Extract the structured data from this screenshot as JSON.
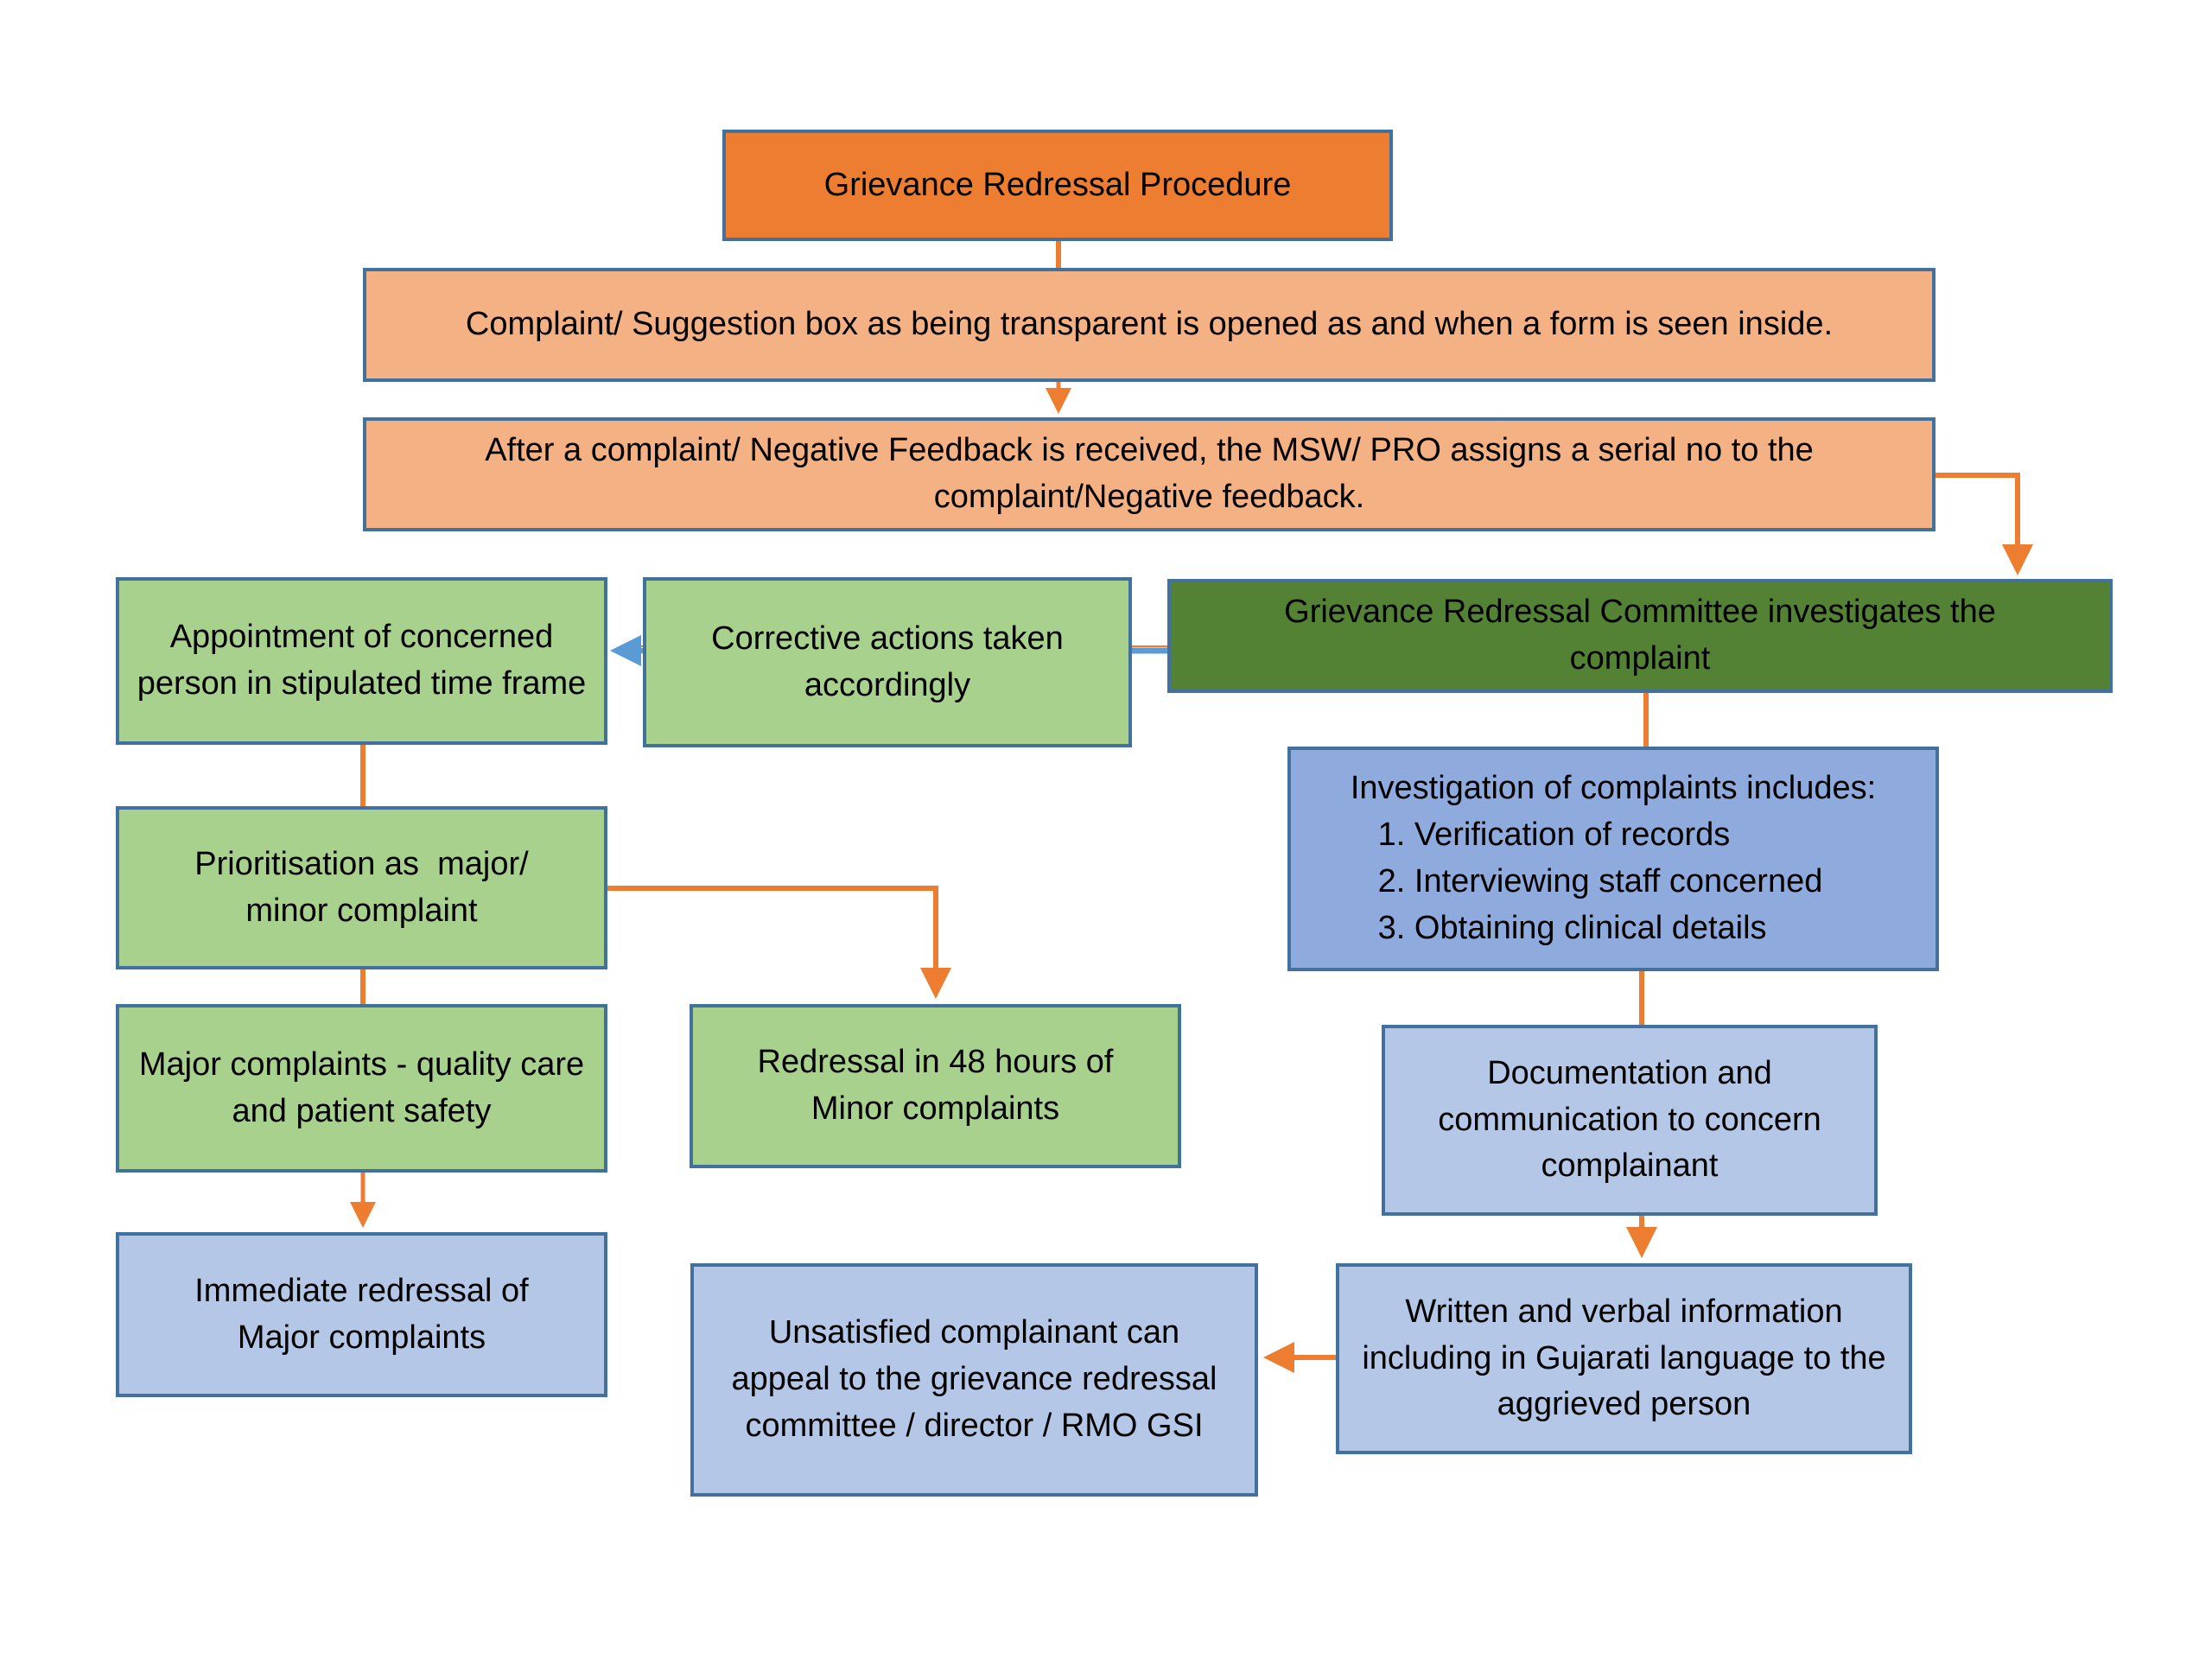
{
  "diagram": {
    "title": "Grievance Redressal Procedure",
    "colors": {
      "title_fill": "#ED7D31",
      "step_fill": "#F4B183",
      "action_fill": "#A9D18E",
      "committee_fill": "#548235",
      "investigation_fill": "#8FAADC",
      "followup_fill": "#B4C7E7",
      "border": "#41719C",
      "connector_orange": "#ED7D31",
      "connector_blue": "#5B9BD5"
    },
    "nodes": {
      "title": "Grievance Redressal Procedure",
      "suggestion_box": "Complaint/ Suggestion box as being transparent is opened as and when a form is seen inside.",
      "serial_no": "After a complaint/ Negative Feedback is received, the MSW/ PRO assigns a serial no to the complaint/Negative feedback.",
      "appointment": "Appointment of concerned person in stipulated time frame",
      "corrective": "Corrective actions taken accordingly",
      "committee": "Grievance Redressal Committee investigates the complaint",
      "investigation": {
        "heading": "Investigation of complaints includes:",
        "items": [
          "1. Verification of records",
          "2. Interviewing staff concerned",
          "3. Obtaining clinical details"
        ]
      },
      "prioritisation": "Prioritisation as  major/ minor complaint",
      "minor_redressal": "Redressal in 48 hours of Minor complaints",
      "major_complaints": "Major complaints - quality care and patient safety",
      "documentation": "Documentation and communication to concern complainant",
      "immediate_redressal": "Immediate redressal of Major complaints",
      "written_info": "Written and verbal information including in Gujarati language to the aggrieved person",
      "appeal": "Unsatisfied complainant can appeal to the grievance redressal committee / director / RMO GSI"
    },
    "edges": [
      {
        "from": "title",
        "to": "suggestion_box",
        "arrow": false,
        "color": "orange"
      },
      {
        "from": "suggestion_box",
        "to": "serial_no",
        "arrow": true,
        "color": "orange"
      },
      {
        "from": "serial_no",
        "to": "committee",
        "arrow": true,
        "color": "orange"
      },
      {
        "from": "committee",
        "to": "corrective",
        "arrow": false,
        "color": "blue"
      },
      {
        "from": "corrective",
        "to": "appointment",
        "arrow": true,
        "color": "blue"
      },
      {
        "from": "appointment",
        "to": "prioritisation",
        "arrow": false,
        "color": "orange"
      },
      {
        "from": "prioritisation",
        "to": "minor_redressal",
        "arrow": true,
        "color": "orange"
      },
      {
        "from": "prioritisation",
        "to": "major_complaints",
        "arrow": false,
        "color": "orange"
      },
      {
        "from": "major_complaints",
        "to": "immediate_redressal",
        "arrow": true,
        "color": "orange"
      },
      {
        "from": "committee",
        "to": "investigation",
        "arrow": false,
        "color": "orange"
      },
      {
        "from": "investigation",
        "to": "documentation",
        "arrow": false,
        "color": "orange"
      },
      {
        "from": "documentation",
        "to": "written_info",
        "arrow": true,
        "color": "orange"
      },
      {
        "from": "written_info",
        "to": "appeal",
        "arrow": true,
        "color": "orange"
      }
    ]
  }
}
